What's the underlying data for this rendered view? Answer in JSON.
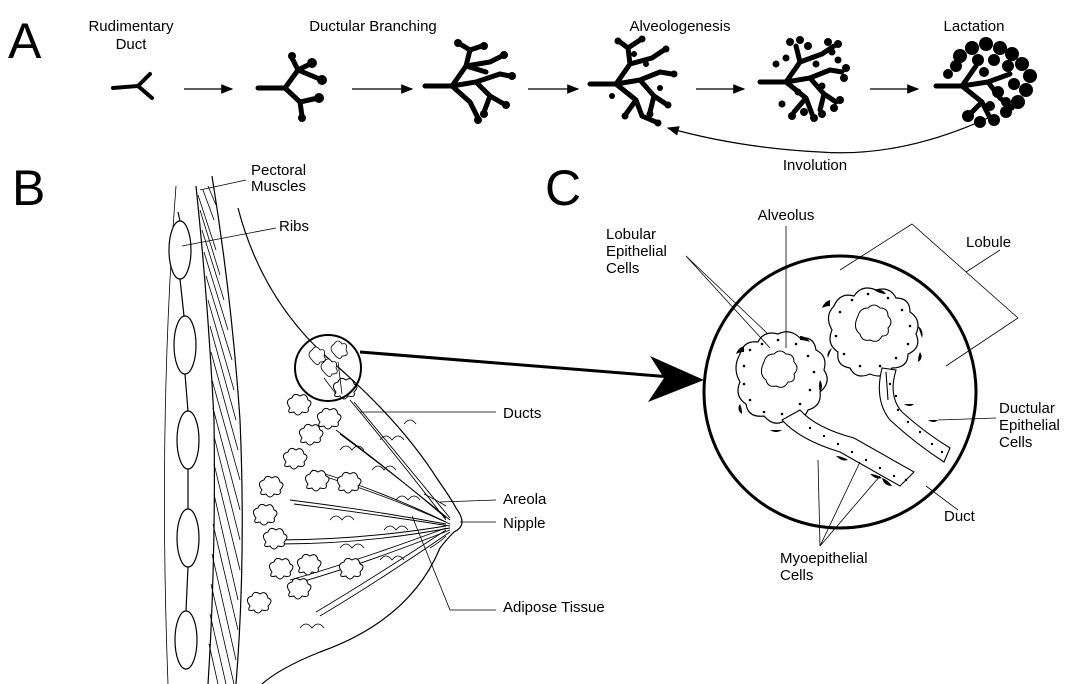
{
  "panels": {
    "a": "A",
    "b": "B",
    "c": "C"
  },
  "panel_a": {
    "rudimentary_1": "Rudimentary",
    "rudimentary_2": "Duct",
    "ductular": "Ductular Branching",
    "alveologenesis": "Alveologenesis",
    "lactation": "Lactation",
    "involution": "Involution"
  },
  "panel_b": {
    "pectoral_1": "Pectoral",
    "pectoral_2": "Muscles",
    "ribs": "Ribs",
    "ducts": "Ducts",
    "areola": "Areola",
    "nipple": "Nipple",
    "adipose": "Adipose Tissue"
  },
  "panel_c": {
    "alveolus": "Alveolus",
    "lobular_1": "Lobular",
    "lobular_2": "Epithelial",
    "lobular_3": "Cells",
    "lobule": "Lobule",
    "ductular_1": "Ductular",
    "ductular_2": "Epithelial",
    "ductular_3": "Cells",
    "duct": "Duct",
    "myo_1": "Myoepithelial",
    "myo_2": "Cells"
  },
  "colors": {
    "ink": "#000000",
    "paper": "#ffffff"
  }
}
